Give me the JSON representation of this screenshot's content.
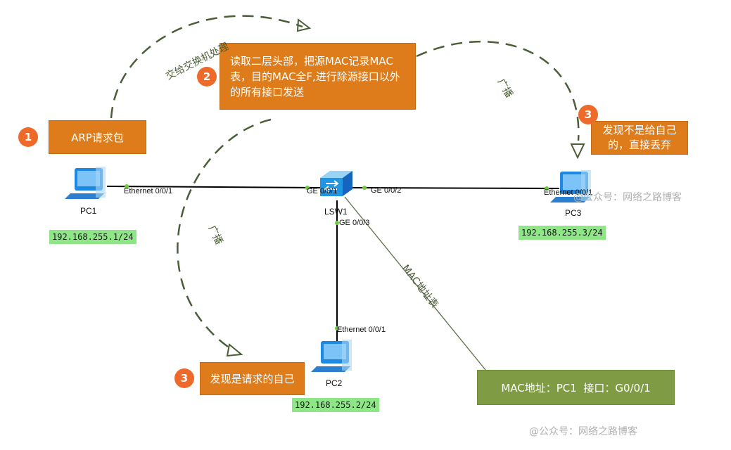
{
  "boxes": {
    "arp": "ARP请求包",
    "process": "读取二层头部，把源MAC记录MAC表，目的MAC全F,进行除源接口以外的所有接口发送",
    "pc3_drop": "发现不是给自己的，直接丢弃",
    "pc2_self": "发现是请求的自己",
    "mac_table": "MAC地址：PC1  接口：G0/0/1"
  },
  "badges": {
    "b1": "1",
    "b2": "2",
    "b3a": "3",
    "b3b": "3"
  },
  "arc_labels": {
    "to_switch": "交给交换机处理",
    "broadcast_right": "广播",
    "broadcast_left": "广播",
    "mac_table_line": "MAC地址表"
  },
  "devices": {
    "pc1": {
      "name": "PC1",
      "ip": "192.168.255.1/24",
      "port": "Ethernet 0/0/1"
    },
    "pc2": {
      "name": "PC2",
      "ip": "192.168.255.2/24",
      "port": "Ethernet 0/0/1"
    },
    "pc3": {
      "name": "PC3",
      "ip": "192.168.255.3/24",
      "port": "Ethernet 0/0/1"
    },
    "sw": {
      "name": "LSW1",
      "ports": {
        "p1": "GE 0/0/1",
        "p2": "GE 0/0/2",
        "p3": "GE 0/0/3"
      }
    }
  },
  "watermarks": {
    "top": "@公众号：网络之路博客",
    "bottom": "@公众号：网络之路博客"
  },
  "colors": {
    "orange": "#de7b1a",
    "badge": "#ee6a2b",
    "green_box": "#7f9b43",
    "ip_bg": "#8ee687",
    "dash": "#4a5e37"
  }
}
